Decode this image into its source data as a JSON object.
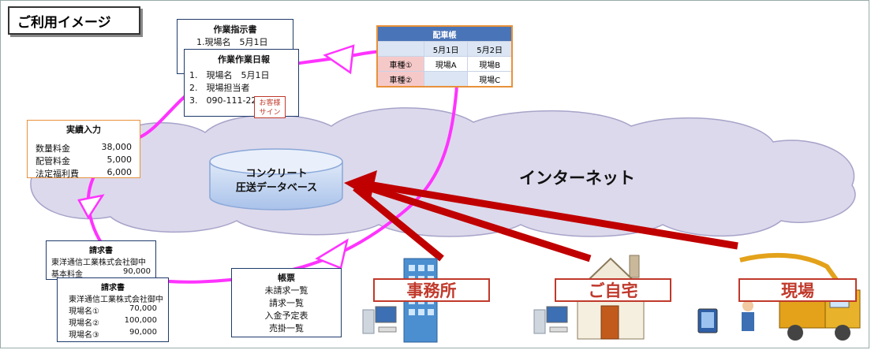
{
  "title": "ご利用イメージ",
  "internet_label": "インターネット",
  "database_label": [
    "コンクリート",
    "圧送データベース"
  ],
  "work_instruction": {
    "title": "作業指示書",
    "lines": [
      "1.現場名　5月1日"
    ]
  },
  "daily_report": {
    "title": "作業作業日報",
    "lines": [
      "1.　現場名　5月1日",
      "2.　現場担当者",
      "3.　090-111-22"
    ],
    "stamp": [
      "お客様",
      "サイン"
    ]
  },
  "results_entry": {
    "title": "実績入力",
    "rows": [
      {
        "label": "数量料金",
        "value": "38,000"
      },
      {
        "label": "配管料金",
        "value": "5,000"
      },
      {
        "label": "法定福利費",
        "value": "6,000"
      }
    ]
  },
  "invoice_1": {
    "title": "請求書",
    "customer": "東洋通信工業株式会社御中",
    "rows": [
      {
        "label": "基本料金",
        "value": "90,000"
      }
    ]
  },
  "invoice_2": {
    "title": "請求書",
    "customer": "東洋通信工業株式会社御中",
    "rows": [
      {
        "label": "現場名①",
        "value": "70,000"
      },
      {
        "label": "現場名②",
        "value": "100,000"
      },
      {
        "label": "現場名③",
        "value": "90,000"
      }
    ]
  },
  "ledger": {
    "title": "帳票",
    "lines": [
      "未請求一覧",
      "請求一覧",
      "入金予定表",
      "売掛一覧"
    ]
  },
  "dispatch_schedule": {
    "title": "配車帳",
    "dates": [
      "5月1日",
      "5月2日"
    ],
    "rows": [
      {
        "label": "車種①",
        "cells": [
          "現場A",
          "現場B"
        ]
      },
      {
        "label": "車種②",
        "cells": [
          "",
          "現場C"
        ]
      }
    ]
  },
  "locations": [
    "事務所",
    "ご自宅",
    "現場"
  ],
  "colors": {
    "cycle": "#ff33ff",
    "arrow": "#c00000",
    "cloud": "#d9d6ea",
    "db": "#bcd0ee"
  }
}
